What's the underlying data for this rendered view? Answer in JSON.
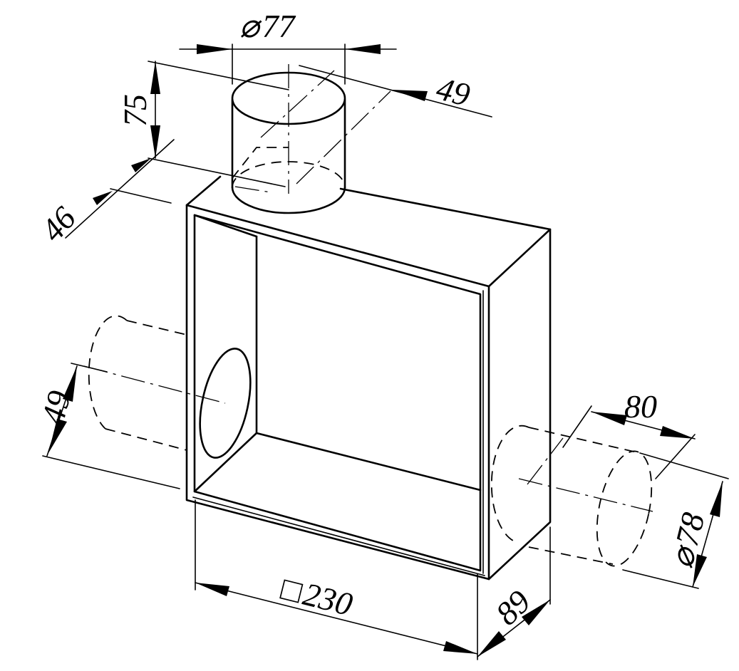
{
  "dimensions": {
    "top_outlet_diameter": "77",
    "top_outlet_height": "75",
    "top_outlet_offset": "49",
    "top_outlet_back_offset": "46",
    "side_outlet_offset": "49",
    "right_outlet_length": "80",
    "right_outlet_diameter": "78",
    "box_size": "230",
    "box_depth": "89"
  },
  "symbols": {
    "diameter": "⌀",
    "square": "□"
  }
}
